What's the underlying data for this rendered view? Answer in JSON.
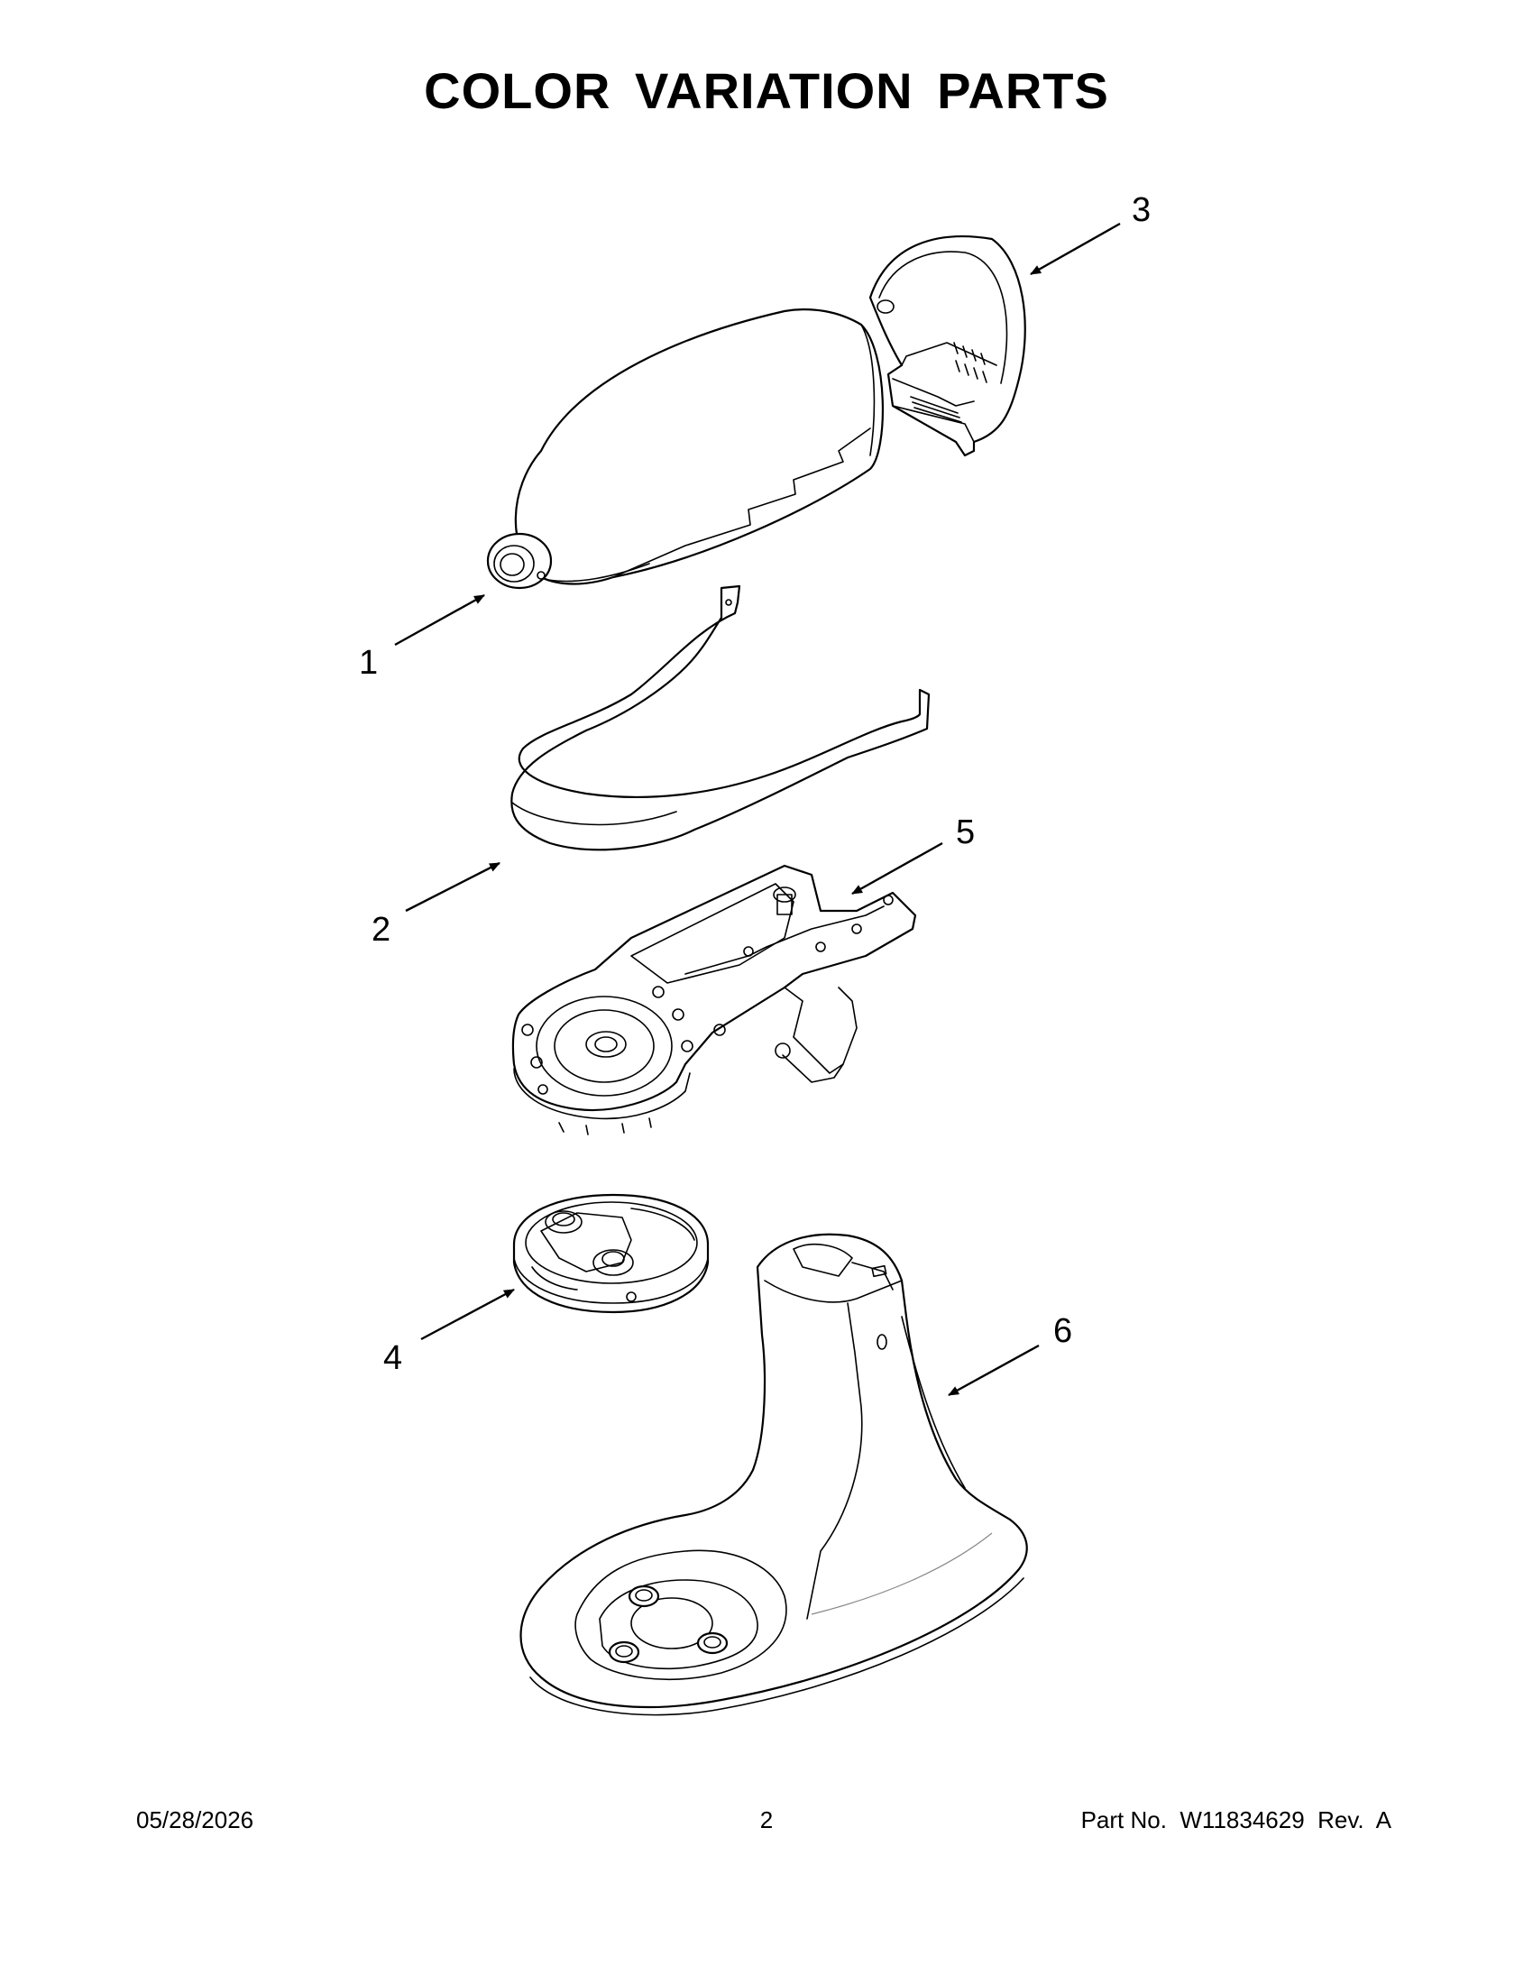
{
  "page": {
    "title": "COLOR VARIATION PARTS"
  },
  "callouts": [
    {
      "id": "1",
      "label": "1"
    },
    {
      "id": "2",
      "label": "2"
    },
    {
      "id": "3",
      "label": "3"
    },
    {
      "id": "4",
      "label": "4"
    },
    {
      "id": "5",
      "label": "5"
    },
    {
      "id": "6",
      "label": "6"
    }
  ],
  "parts": [
    {
      "callout": "1",
      "part": "motor-head-cover"
    },
    {
      "callout": "2",
      "part": "trim-band"
    },
    {
      "callout": "3",
      "part": "rear-cover"
    },
    {
      "callout": "4",
      "part": "planetary-hub-cap"
    },
    {
      "callout": "5",
      "part": "gear-housing-base"
    },
    {
      "callout": "6",
      "part": "pedestal-stand"
    }
  ],
  "footer": {
    "date": "05/28/2026",
    "page_number": "2",
    "part_number": "Part No.  W11834629  Rev.  A"
  }
}
